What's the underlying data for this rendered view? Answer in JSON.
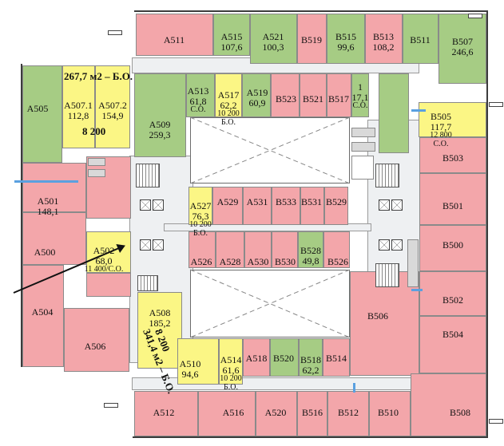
{
  "rooms": [
    {
      "id": "A511",
      "label": "A511",
      "color": "pink"
    },
    {
      "id": "A515",
      "label": "A515",
      "area": "107,6",
      "color": "green"
    },
    {
      "id": "A521",
      "label": "A521",
      "area": "100,3",
      "color": "green"
    },
    {
      "id": "B519",
      "label": "B519",
      "color": "pink"
    },
    {
      "id": "B515",
      "label": "B515",
      "area": "99,6",
      "color": "green"
    },
    {
      "id": "B513",
      "label": "B513",
      "area": "108,2",
      "color": "pink"
    },
    {
      "id": "B511",
      "label": "B511",
      "color": "green"
    },
    {
      "id": "B507",
      "label": "B507",
      "area": "246,6",
      "color": "green"
    },
    {
      "id": "A505",
      "label": "A505",
      "color": "green"
    },
    {
      "id": "A507.1",
      "label": "A507.1",
      "area": "112,8",
      "color": "yellow"
    },
    {
      "id": "A507.2",
      "label": "A507.2",
      "area": "154,9",
      "color": "yellow"
    },
    {
      "id": "A513",
      "label": "A513",
      "area": "61,8",
      "price": "С.О.",
      "color": "green"
    },
    {
      "id": "A517",
      "label": "A517",
      "area": "62,2",
      "price": "10 200",
      "extra": "Б.О.",
      "color": "yellow"
    },
    {
      "id": "A519",
      "label": "A519",
      "area": "60,9",
      "color": "green"
    },
    {
      "id": "B523",
      "label": "B523",
      "color": "pink"
    },
    {
      "id": "B521",
      "label": "B521",
      "color": "pink"
    },
    {
      "id": "B517",
      "label": "B517",
      "color": "pink"
    },
    {
      "id": "B1",
      "label": "1",
      "area": "17,1",
      "price": "С.О.",
      "color": "green"
    },
    {
      "id": "B505",
      "label": "B505",
      "area": "117,7",
      "price": "12 800",
      "extra": "С.О.",
      "color": "yellow"
    },
    {
      "id": "A509",
      "label": "A509",
      "area": "259,3",
      "color": "green"
    },
    {
      "id": "B503",
      "label": "B503",
      "color": "pink"
    },
    {
      "id": "A501",
      "label": "A501",
      "area": "148,1",
      "color": "pink"
    },
    {
      "id": "A527",
      "label": "A527",
      "area": "76,3",
      "price": "10 200",
      "extra": "Б.О.",
      "color": "yellow"
    },
    {
      "id": "A529",
      "label": "A529",
      "color": "pink"
    },
    {
      "id": "A531",
      "label": "A531",
      "color": "pink"
    },
    {
      "id": "B533",
      "label": "B533",
      "color": "pink"
    },
    {
      "id": "B531",
      "label": "B531",
      "color": "pink"
    },
    {
      "id": "B529",
      "label": "B529",
      "color": "pink"
    },
    {
      "id": "B501",
      "label": "B501",
      "color": "pink"
    },
    {
      "id": "A500",
      "label": "A500",
      "color": "pink"
    },
    {
      "id": "A502",
      "label": "A502",
      "area": "68,0",
      "price": "11 400/С.О.",
      "color": "yellow"
    },
    {
      "id": "A526",
      "label": "A526",
      "color": "pink"
    },
    {
      "id": "A528",
      "label": "A528",
      "color": "pink"
    },
    {
      "id": "A530",
      "label": "A530",
      "color": "pink"
    },
    {
      "id": "B530",
      "label": "B530",
      "color": "pink"
    },
    {
      "id": "B528",
      "label": "B528",
      "area": "49,8",
      "color": "green"
    },
    {
      "id": "B526",
      "label": "B526",
      "color": "pink"
    },
    {
      "id": "B500",
      "label": "B500",
      "color": "pink"
    },
    {
      "id": "A504",
      "label": "A504",
      "color": "pink"
    },
    {
      "id": "A508",
      "label": "A508",
      "area": "185,2",
      "color": "yellow"
    },
    {
      "id": "B506",
      "label": "B506",
      "color": "pink"
    },
    {
      "id": "B502",
      "label": "B502",
      "color": "pink"
    },
    {
      "id": "A506",
      "label": "A506",
      "color": "pink"
    },
    {
      "id": "A510",
      "label": "A510",
      "area": "94,6",
      "color": "yellow"
    },
    {
      "id": "A514",
      "label": "A514",
      "area": "61,6",
      "price": "10 200",
      "extra": "Б.О.",
      "color": "yellow"
    },
    {
      "id": "A518",
      "label": "A518",
      "color": "pink"
    },
    {
      "id": "B520",
      "label": "B520",
      "color": "green"
    },
    {
      "id": "B518",
      "label": "B518",
      "area": "62,2",
      "color": "green"
    },
    {
      "id": "B514",
      "label": "B514",
      "color": "pink"
    },
    {
      "id": "B504",
      "label": "B504",
      "color": "pink"
    },
    {
      "id": "A512",
      "label": "A512",
      "color": "pink"
    },
    {
      "id": "A516",
      "label": "A516",
      "color": "pink"
    },
    {
      "id": "A520",
      "label": "A520",
      "color": "pink"
    },
    {
      "id": "B516",
      "label": "B516",
      "color": "pink"
    },
    {
      "id": "B512",
      "label": "B512",
      "color": "pink"
    },
    {
      "id": "B510",
      "label": "B510",
      "color": "pink"
    },
    {
      "id": "B508",
      "label": "B508",
      "color": "pink"
    }
  ],
  "notes": {
    "north_block_area": "267,7 м2 – Б.О.",
    "north_block_price": "8 200",
    "south_block_area": "341,4 м2 – Б.О.",
    "south_block_price": "8 200"
  },
  "colors": {
    "available_pink": "#f3a6aa",
    "occupied_green": "#a6cc84",
    "offer_yellow": "#fbf685"
  }
}
